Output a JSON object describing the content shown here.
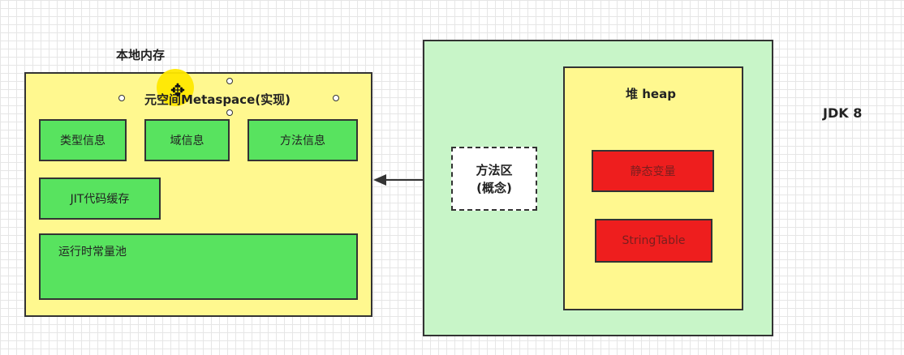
{
  "native_memory": {
    "title": "本地内存",
    "metaspace_title": "元空间Metaspace(实现)",
    "items": [
      "类型信息",
      "域信息",
      "方法信息",
      "JIT代码缓存",
      "运行时常量池"
    ]
  },
  "method_area": {
    "line1": "方法区",
    "line2": "(概念)"
  },
  "heap": {
    "title": "堆 heap",
    "items": [
      "静态变量",
      "StringTable"
    ]
  },
  "jdk_label": "JDK 8",
  "colors": {
    "yellow": "#fff88f",
    "green": "#58e35f",
    "light_green": "#c8f5c8",
    "red": "#ee1e1e",
    "cursor_highlight": "#ffe800"
  }
}
